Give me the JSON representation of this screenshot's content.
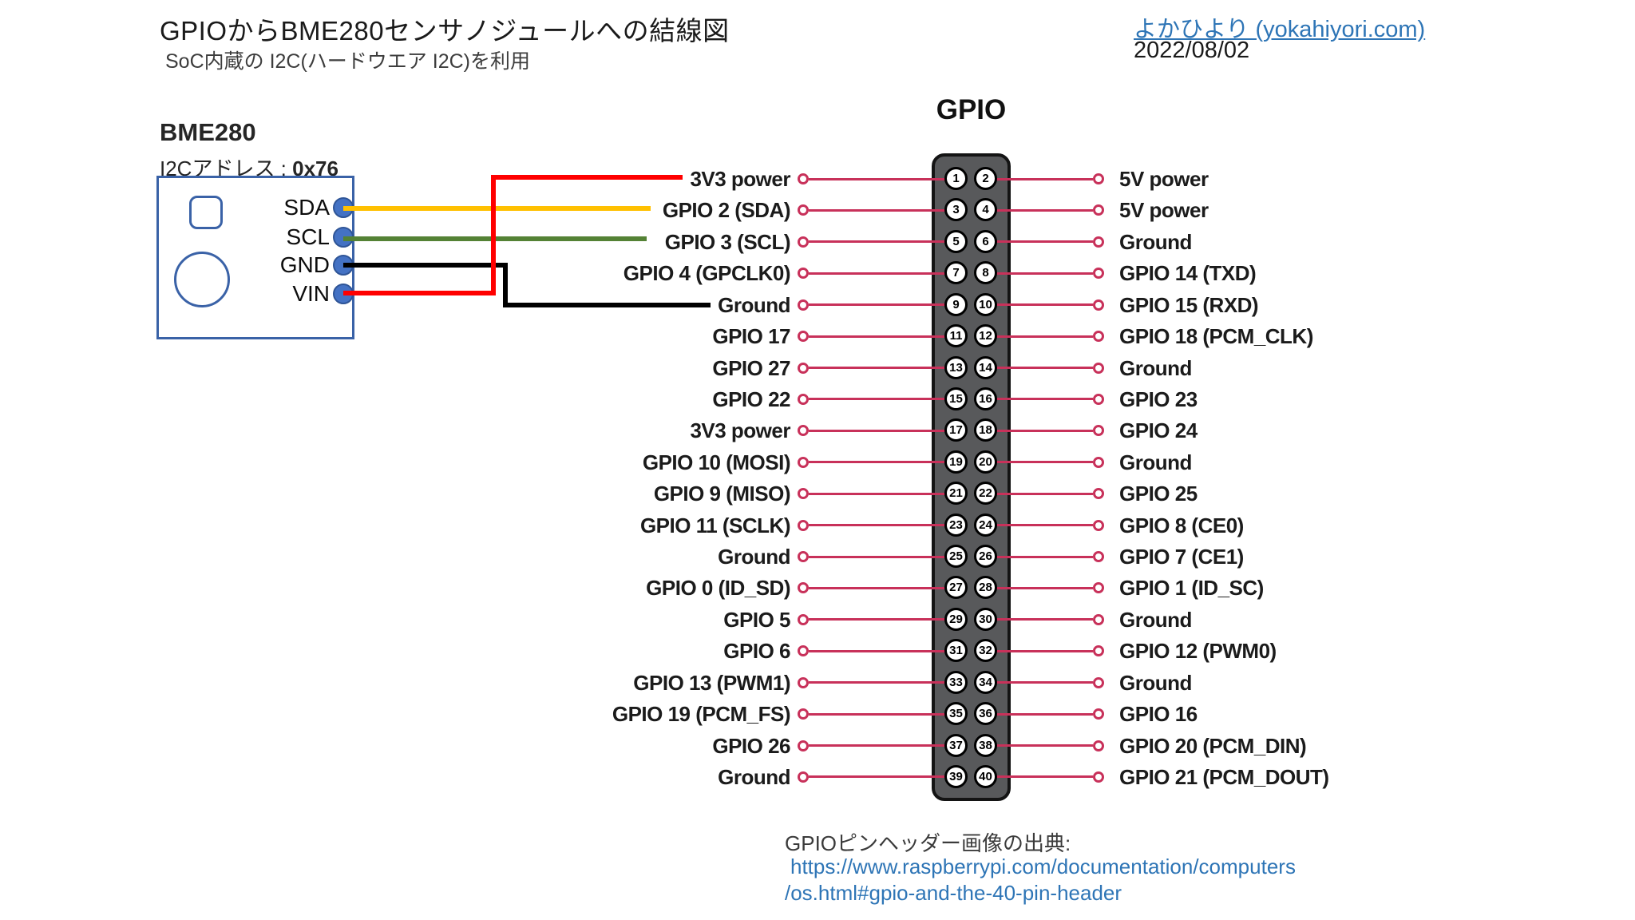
{
  "header": {
    "title": "GPIOからBME280センサノジュールへの結線図",
    "subtitle": "SoC内蔵の I2C(ハードウエア I2C)を利用",
    "site_link": "よかひより (yokahiyori.com)",
    "date": "2022/08/02"
  },
  "bme280": {
    "heading": "BME280",
    "i2c_address_label": "I2Cアドレス : ",
    "i2c_address_value": "0x76",
    "pins": [
      {
        "label": "SDA"
      },
      {
        "label": "SCL"
      },
      {
        "label": "GND"
      },
      {
        "label": "VIN"
      }
    ]
  },
  "gpio": {
    "heading": "GPIO",
    "rows": [
      {
        "left": "3V3 power",
        "pins": [
          "1",
          "2"
        ],
        "right": "5V power"
      },
      {
        "left": "GPIO 2 (SDA)",
        "pins": [
          "3",
          "4"
        ],
        "right": "5V power"
      },
      {
        "left": "GPIO 3 (SCL)",
        "pins": [
          "5",
          "6"
        ],
        "right": "Ground"
      },
      {
        "left": "GPIO 4 (GPCLK0)",
        "pins": [
          "7",
          "8"
        ],
        "right": "GPIO 14 (TXD)"
      },
      {
        "left": "Ground",
        "pins": [
          "9",
          "10"
        ],
        "right": "GPIO 15 (RXD)"
      },
      {
        "left": "GPIO 17",
        "pins": [
          "11",
          "12"
        ],
        "right": "GPIO 18 (PCM_CLK)"
      },
      {
        "left": "GPIO 27",
        "pins": [
          "13",
          "14"
        ],
        "right": "Ground"
      },
      {
        "left": "GPIO 22",
        "pins": [
          "15",
          "16"
        ],
        "right": "GPIO 23"
      },
      {
        "left": "3V3 power",
        "pins": [
          "17",
          "18"
        ],
        "right": "GPIO 24"
      },
      {
        "left": "GPIO 10 (MOSI)",
        "pins": [
          "19",
          "20"
        ],
        "right": "Ground"
      },
      {
        "left": "GPIO 9 (MISO)",
        "pins": [
          "21",
          "22"
        ],
        "right": "GPIO 25"
      },
      {
        "left": "GPIO 11 (SCLK)",
        "pins": [
          "23",
          "24"
        ],
        "right": "GPIO 8 (CE0)"
      },
      {
        "left": "Ground",
        "pins": [
          "25",
          "26"
        ],
        "right": "GPIO 7 (CE1)"
      },
      {
        "left": "GPIO 0 (ID_SD)",
        "pins": [
          "27",
          "28"
        ],
        "right": "GPIO 1 (ID_SC)"
      },
      {
        "left": "GPIO 5",
        "pins": [
          "29",
          "30"
        ],
        "right": "Ground"
      },
      {
        "left": "GPIO 6",
        "pins": [
          "31",
          "32"
        ],
        "right": "GPIO 12 (PWM0)"
      },
      {
        "left": "GPIO 13 (PWM1)",
        "pins": [
          "33",
          "34"
        ],
        "right": "Ground"
      },
      {
        "left": "GPIO 19 (PCM_FS)",
        "pins": [
          "35",
          "36"
        ],
        "right": "GPIO 16"
      },
      {
        "left": "GPIO 26",
        "pins": [
          "37",
          "38"
        ],
        "right": "GPIO 20 (PCM_DIN)"
      },
      {
        "left": "Ground",
        "pins": [
          "39",
          "40"
        ],
        "right": "GPIO 21 (PCM_DOUT)"
      }
    ]
  },
  "wires": {
    "sda": {
      "color": "#FFC000",
      "from": "SDA",
      "to": "GPIO 2 (SDA)"
    },
    "scl": {
      "color": "#548235",
      "from": "SCL",
      "to": "GPIO 3 (SCL)"
    },
    "gnd": {
      "color": "#000000",
      "from": "GND",
      "to": "Ground (pin 9)"
    },
    "vin": {
      "color": "#FF0000",
      "from": "VIN",
      "to": "3V3 power (pin 1)"
    }
  },
  "footer": {
    "source_label": "GPIOピンヘッダー画像の出典:",
    "source_url_line1": "https://www.raspberrypi.com/documentation/computers",
    "source_url_line2": "/os.html#gpio-and-the-40-pin-header"
  },
  "colors": {
    "link_blue": "#2E75B6",
    "pin_line_pink": "#C8315A",
    "module_blue": "#3A62A7",
    "module_pin_fill": "#4472C4",
    "header_gray": "#58595B"
  }
}
